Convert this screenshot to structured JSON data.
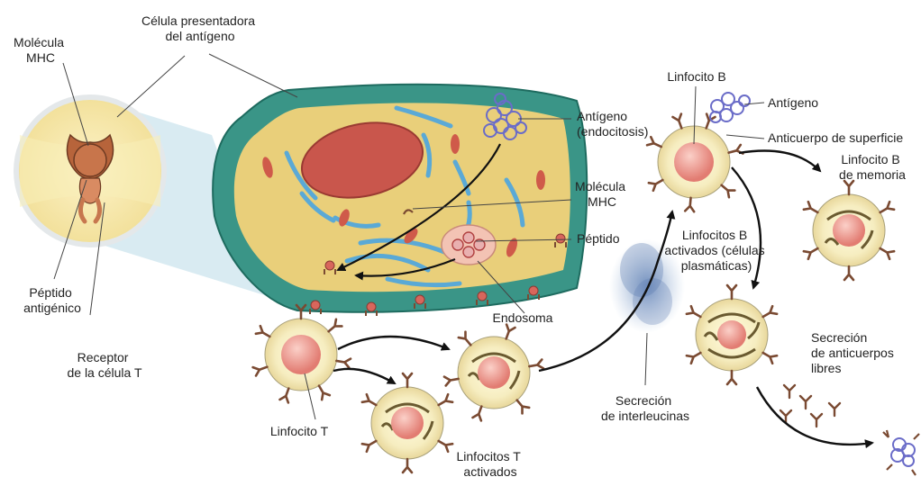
{
  "labels": {
    "mhc_molecule_top": [
      "Molécula",
      "MHC"
    ],
    "apc": [
      "Célula presentadora",
      "del antígeno"
    ],
    "antigen_endocytosis": [
      "Antígeno",
      "(endocitosis)"
    ],
    "mhc_molecule_cell": [
      "Molécula",
      "MHC"
    ],
    "peptide": "Péptido",
    "endosome": "Endosoma",
    "antigenic_peptide": [
      "Péptido",
      "antigénico"
    ],
    "t_cell_receptor": [
      "Receptor",
      "de la célula T"
    ],
    "t_lymphocyte": "Linfocito T",
    "activated_t": [
      "Linfocitos T",
      "activados"
    ],
    "interleukin": [
      "Secreción",
      "de interleucinas"
    ],
    "b_lymphocyte": "Linfocito B",
    "antigen": "Antígeno",
    "surface_antibody": "Anticuerpo de superficie",
    "memory_b": [
      "Linfocito B",
      "de memoria"
    ],
    "activated_b": [
      "Linfocitos B",
      "activados (células",
      "plasmáticas)"
    ],
    "free_antibody": [
      "Secreción",
      "de anticuerpos",
      "libres"
    ]
  },
  "colors": {
    "apc_outer": "#2f8a7e",
    "apc_inner": "#e9cf7a",
    "nucleus": "#c9564c",
    "er": "#5aa9d6",
    "mitochondria": "#cf5a4a",
    "receptor": "#8a5a3c",
    "cell_membrane": "#f5eec0",
    "cell_nucleus": "#ef8f85",
    "antigen": "#6a6cc8",
    "interleukin": "#7d9fc8"
  }
}
